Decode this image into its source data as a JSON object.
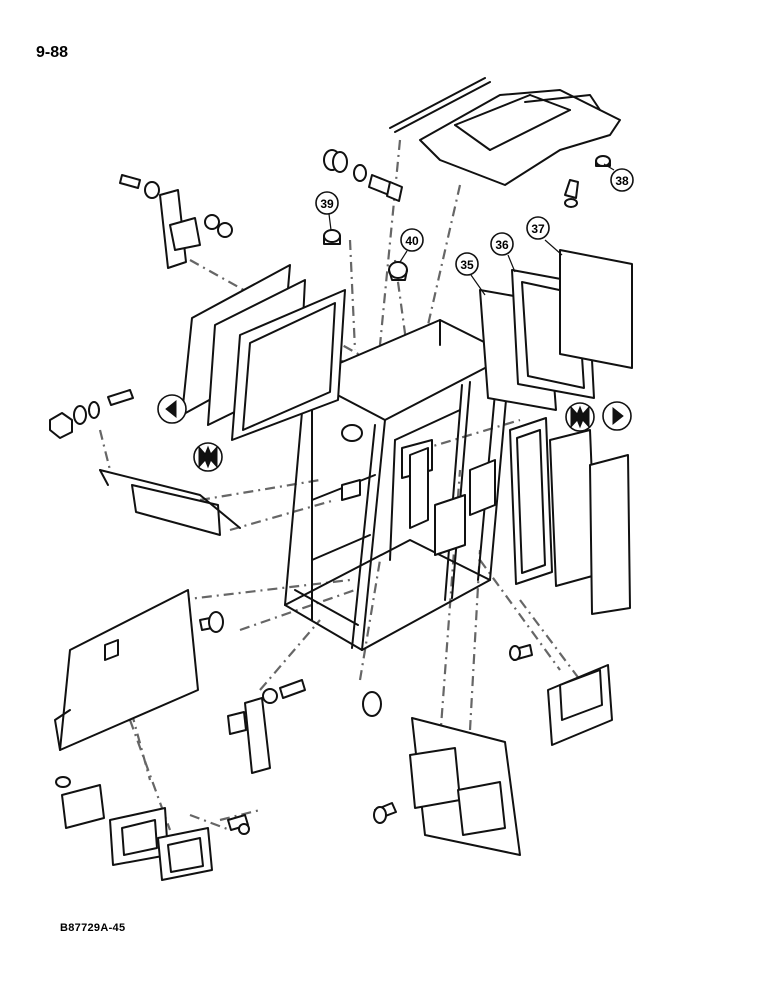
{
  "page_number": "9-88",
  "figure_id": "B87729A-45",
  "callouts": [
    {
      "id": "callout-35",
      "label": "35"
    },
    {
      "id": "callout-36",
      "label": "36"
    },
    {
      "id": "callout-37",
      "label": "37"
    },
    {
      "id": "callout-38",
      "label": "38"
    },
    {
      "id": "callout-39",
      "label": "39"
    },
    {
      "id": "callout-40",
      "label": "40"
    }
  ]
}
